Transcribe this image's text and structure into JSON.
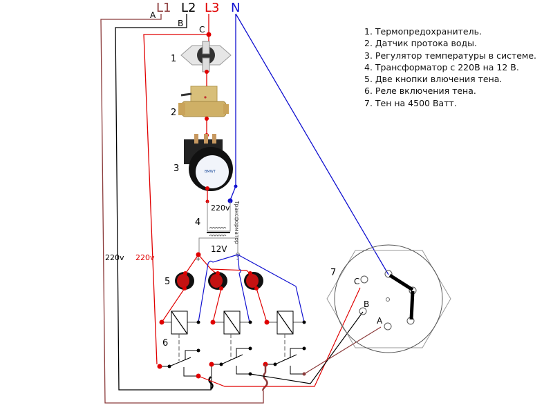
{
  "phases": {
    "L1": {
      "label": "L1",
      "color": "#8b3a3a",
      "tap": "A"
    },
    "L2": {
      "label": "L2",
      "color": "#000000",
      "tap": "B"
    },
    "L3": {
      "label": "L3",
      "color": "#e00000",
      "tap": "C"
    },
    "N": {
      "label": "N",
      "color": "#1010d0"
    }
  },
  "voltage_labels": {
    "line_220_black": "220v",
    "line_220_red": "220v",
    "transformer_primary": "220v",
    "transformer_secondary": "12V",
    "transformer_vertical": "Трансформатор",
    "plus": "+",
    "minus": "-"
  },
  "component_numbers": [
    "1",
    "2",
    "3",
    "4",
    "5",
    "6",
    "7"
  ],
  "heater_terminals": [
    "C",
    "B",
    "A"
  ],
  "legend": [
    "1. Термопредохранитель.",
    "2. Датчик протока воды.",
    "3. Регулятор температуры в системе.",
    "4. Трансформатор с 220В на 12 В.",
    "5. Две кнопки влючения тена.",
    "6. Реле включения тена.",
    "7. Тен на 4500 Ватт."
  ],
  "colors": {
    "wire_red": "#e00000",
    "wire_black": "#000000",
    "wire_brown": "#8b3a3a",
    "wire_blue": "#1010d0",
    "wire_gray": "#888888"
  }
}
